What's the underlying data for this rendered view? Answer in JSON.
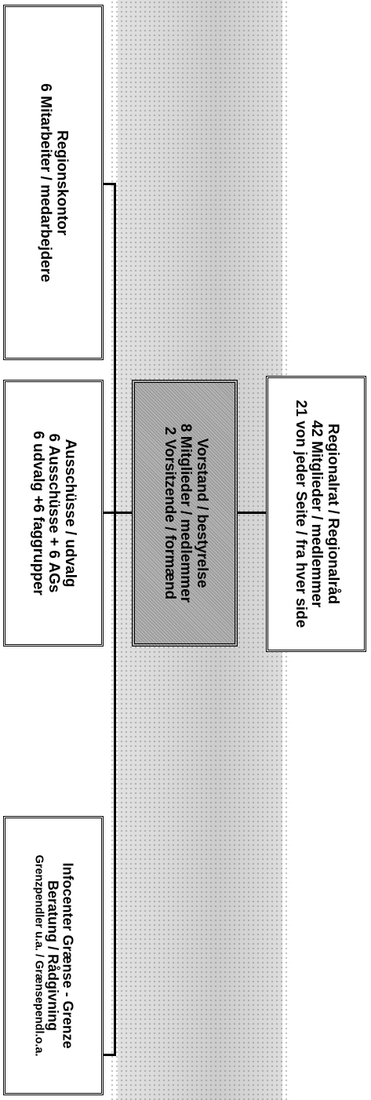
{
  "boxes": {
    "regionalrat": {
      "line1": "Regionalrat / Regionalråd",
      "line2": "42 Mitglieder / medlemmer",
      "line3": "21 von jeder Seite / fra hver side"
    },
    "vorstand": {
      "line1": "Vorstand / bestyrelse",
      "line2": "8 Mitglieder / medlemmer",
      "line3": "2 Vorsitzende / formænd"
    },
    "regionskontor": {
      "line1": "Regionskontor",
      "line2": "6 Mitarbeiter / medarbejdere"
    },
    "ausschusse": {
      "line1": "Ausschüsse / udvalg",
      "line2": "6 Ausschüsse + 6 AGs",
      "line3": "6 udvalg +6 faggrupper"
    },
    "infocenter": {
      "line1": "Infocenter Grænse - Grenze",
      "line2": "Beratung / Rådgivning",
      "line3": "Grenzpendler u.a. / Grænsependl.o.a."
    }
  }
}
